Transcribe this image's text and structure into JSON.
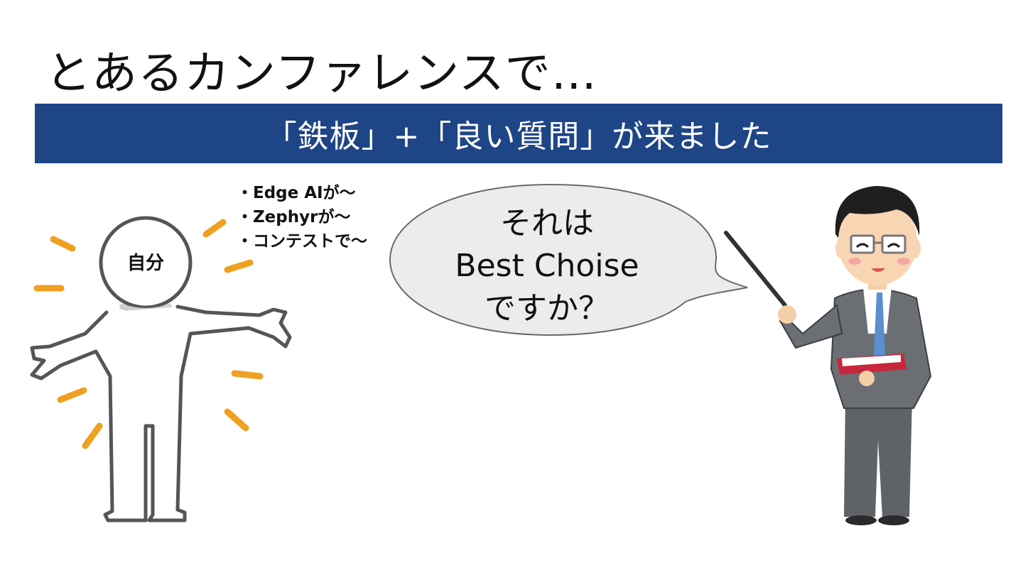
{
  "title": "とあるカンファレンスで…",
  "banner": "「鉄板」+「良い質問」が来ました",
  "topics": [
    "Edge AIが～",
    "Zephyrが～",
    "コンテストで～"
  ],
  "self_label": "自分",
  "speech": {
    "line1": "それは",
    "line2": "Best Choise",
    "line3": "ですか？"
  },
  "colors": {
    "banner": "#1e4586",
    "burst": "#f0a020",
    "suit": "#6b6e72",
    "tie": "#5b8fd0",
    "book": "#c8263a"
  }
}
